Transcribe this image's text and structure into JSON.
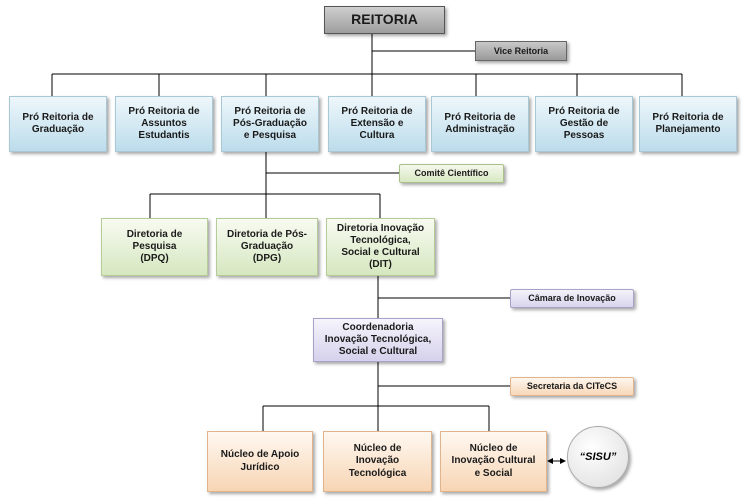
{
  "reitoria": "REITORIA",
  "vice_reitoria": "Vice Reitoria",
  "pro_reitorias": [
    "Pró Reitoria de\nGraduação",
    "Pró Reitoria de\nAssuntos\nEstudantis",
    "Pró Reitoria de\nPós-Graduação\ne Pesquisa",
    "Pró Reitoria de\nExtensão e\nCultura",
    "Pró Reitoria de\nAdministração",
    "Pró Reitoria de\nGestão de\nPessoas",
    "Pró Reitoria de\nPlanejamento"
  ],
  "comite": "Comitê Científico",
  "diretorias": [
    "Diretoria de\nPesquisa\n(DPQ)",
    "Diretoria de Pós-\nGraduação\n(DPG)",
    "Diretoria Inovação\nTecnológica,\nSocial e Cultural\n(DIT)"
  ],
  "camara": "Câmara de Inovação",
  "coordenadoria": "Coordenadoria\nInovação Tecnológica,\nSocial e Cultural",
  "secretaria": "Secretaria da CITeCS",
  "nucleos": [
    "Núcleo de Apoio\nJurídico",
    "Núcleo de\nInovação\nTecnológica",
    "Núcleo de\nInovação Cultural\ne Social"
  ],
  "sisu": "“SISU”"
}
